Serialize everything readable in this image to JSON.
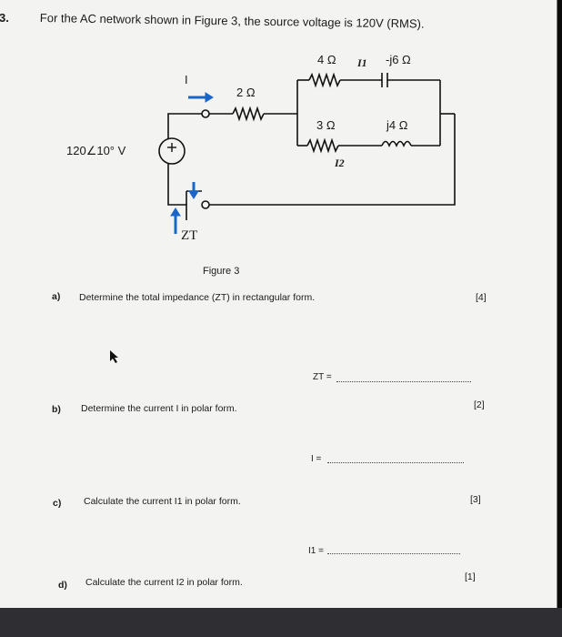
{
  "header": {
    "question_number": "3.",
    "problem_statement": "For the AC network shown in Figure 3, the source voltage is 120V (RMS)."
  },
  "figure": {
    "label_4ohm": "4 Ω",
    "label_I1": "I1",
    "label_j6": "-j6 Ω",
    "label_I": "I",
    "label_2ohm": "2 Ω",
    "label_3ohm": "3 Ω",
    "label_j4": "j4 Ω",
    "label_source": "120∠10° V",
    "label_I2": "I2",
    "label_ZT": "ZT",
    "caption": "Figure 3"
  },
  "questions": [
    {
      "letter": "a)",
      "text": "Determine the total impedance (ZT) in rectangular form.",
      "marks": "[4]",
      "answer_label": "ZT ="
    },
    {
      "letter": "b)",
      "text": "Determine the current I in polar form.",
      "marks": "[2]",
      "answer_label": "I ="
    },
    {
      "letter": "c)",
      "text": "Calculate the current I1 in polar form.",
      "marks": "[3]",
      "answer_label": "I1 ="
    },
    {
      "letter": "d)",
      "text": "Calculate the current I2 in polar form.",
      "marks": "[1]"
    }
  ]
}
